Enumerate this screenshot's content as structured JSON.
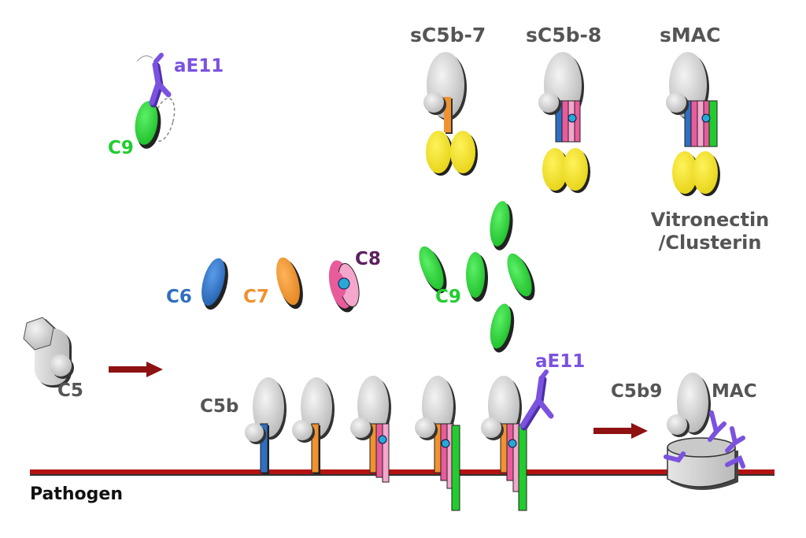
{
  "labels": {
    "sC5b7": "sC5b-7",
    "sC5b8": "sC5b-8",
    "sMAC": "sMAC",
    "aE11_top": "aE11",
    "C9_top": "C9",
    "vitronectin": "Vitronectin",
    "clusterin": "/Clusterin",
    "C6": "C6",
    "C7": "C7",
    "C8": "C8",
    "C9_mid": "C9",
    "C5": "C5",
    "C5b": "C5b",
    "aE11_bottom": "aE11",
    "C5b9": "C5b9",
    "MAC": "MAC",
    "pathogen": "Pathogen"
  },
  "colors": {
    "c5_gray": "#d0d0d0",
    "c6_blue": "#2f6fc1",
    "c7_orange": "#f0922e",
    "c8_pink": "#e85c9c",
    "c8_light": "#f5a6cc",
    "c8_core": "#27a9d6",
    "c9_green": "#22cc2f",
    "c5b_yellow": "#f5e61c",
    "antibody_purple": "#7b52e0",
    "membrane_red": "#b31212",
    "arrow_red": "#8e1212",
    "text_gray": "#555555"
  }
}
